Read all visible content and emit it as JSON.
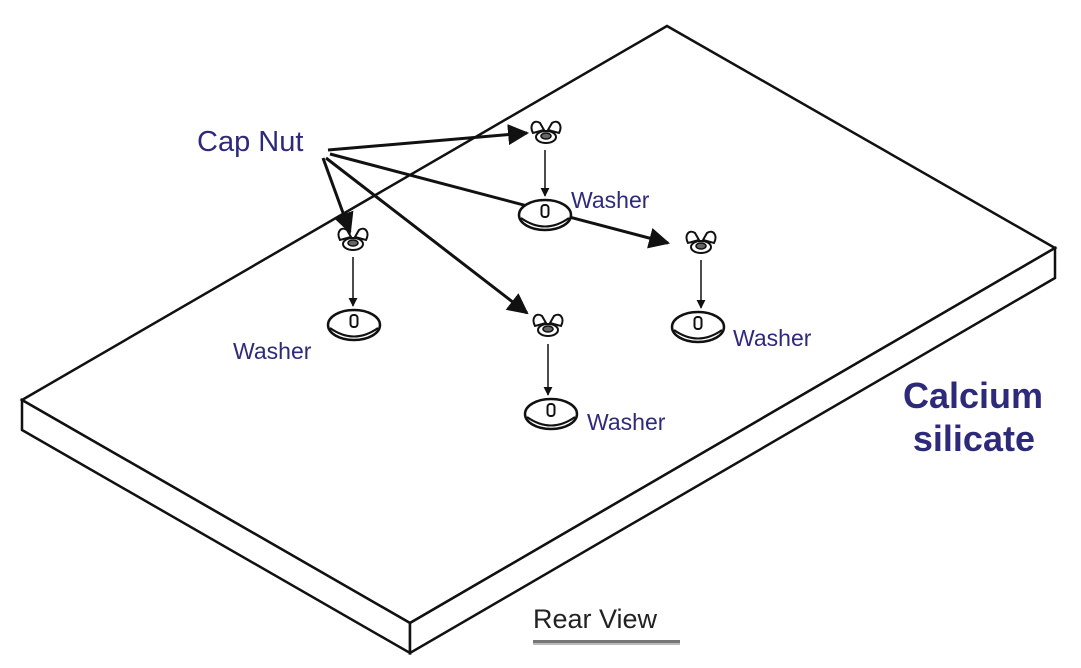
{
  "labels": {
    "cap_nut": "Cap Nut",
    "washer": "Washer",
    "material_line1": "Calcium",
    "material_line2": "silicate",
    "view_caption": "Rear View"
  },
  "colors": {
    "label_text": "#2e2a7a",
    "line": "#111111",
    "caption_underline": "#777777"
  }
}
